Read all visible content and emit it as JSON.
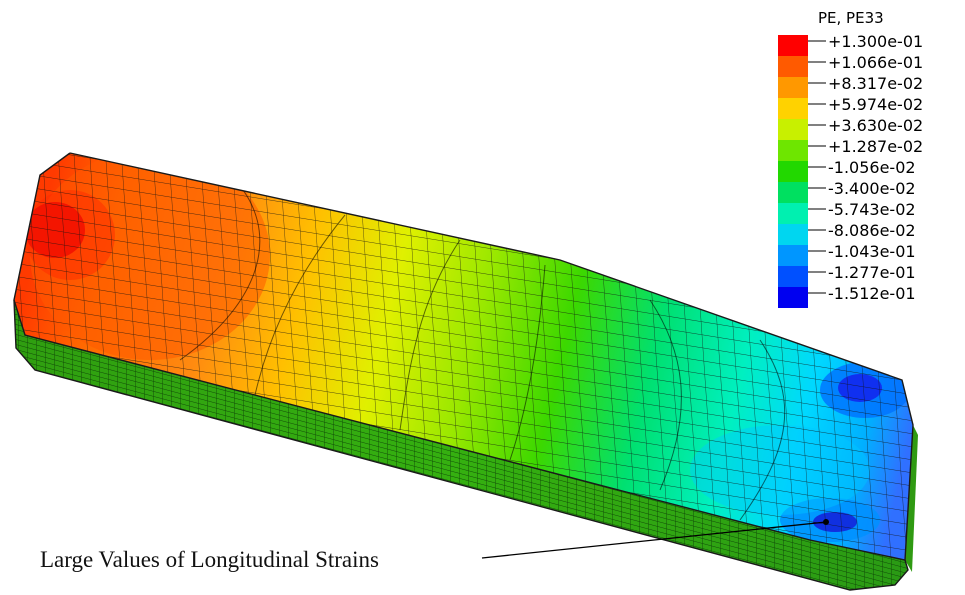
{
  "legend": {
    "title": "PE, PE33",
    "labels": [
      "+1.300e-01",
      "+1.066e-01",
      "+8.317e-02",
      "+5.974e-02",
      "+3.630e-02",
      "+1.287e-02",
      "-1.056e-02",
      "-3.400e-02",
      "-5.743e-02",
      "-8.086e-02",
      "-1.043e-01",
      "-1.277e-01",
      "-1.512e-01"
    ],
    "colors": [
      "#ff0000",
      "#ff5a00",
      "#ff9800",
      "#ffd200",
      "#c8f000",
      "#6ee600",
      "#22d800",
      "#00e060",
      "#00f0b0",
      "#00d6f0",
      "#0096ff",
      "#0050ff",
      "#0000f0"
    ]
  },
  "callout": {
    "text": "Large Values of Longitudinal Strains"
  }
}
